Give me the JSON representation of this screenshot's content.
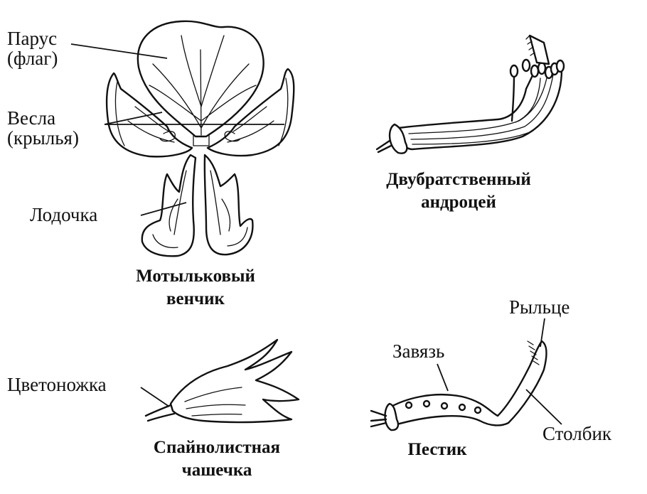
{
  "figures": {
    "corolla": {
      "title_line1": "Мотыльковый",
      "title_line2": "венчик",
      "labels": {
        "sail_line1": "Парус",
        "sail_line2": "(флаг)",
        "wings_line1": "Весла",
        "wings_line2": "(крылья)",
        "keel": "Лодочка"
      }
    },
    "androecium": {
      "title_line1": "Двубратственный",
      "title_line2": "андроцей"
    },
    "calyx": {
      "title_line1": "Спайнолистная",
      "title_line2": "чашечка",
      "labels": {
        "pedicel": "Цветоножка"
      }
    },
    "pistil": {
      "title": "Пестик",
      "labels": {
        "stigma": "Рыльце",
        "ovary": "Завязь",
        "style": "Столбик"
      }
    }
  }
}
